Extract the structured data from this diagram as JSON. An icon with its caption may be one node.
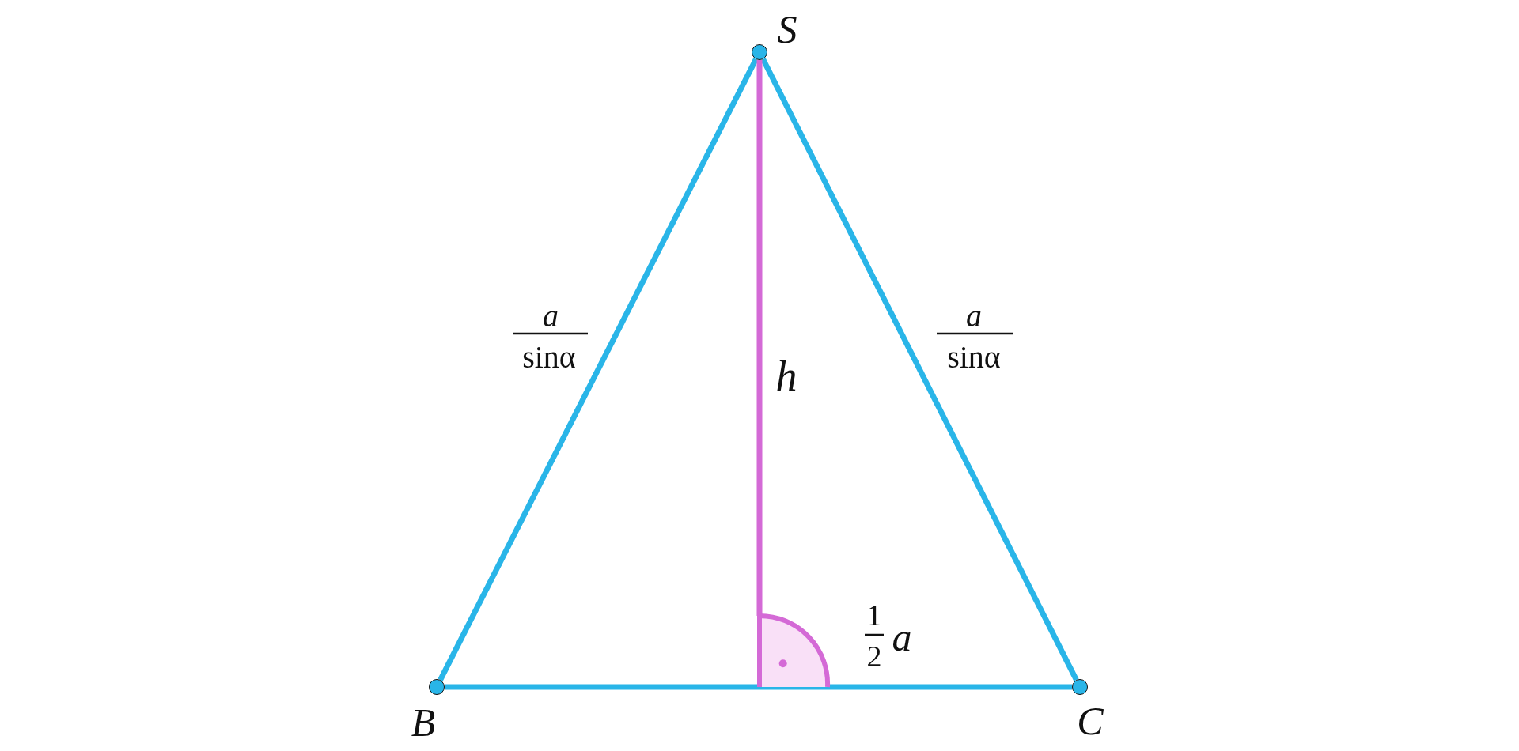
{
  "diagram": {
    "nodes": [
      {
        "text": [
          "S"
        ]
      },
      {
        "text": [
          "B"
        ]
      },
      {
        "text": [
          "C"
        ]
      },
      {
        "text": [],
        "shape": "sector"
      }
    ],
    "edges": [
      {
        "from": 0,
        "to": 1,
        "arrow": "none"
      },
      {
        "from": 0,
        "to": 2,
        "arrow": "none"
      },
      {
        "from": 1,
        "to": 2,
        "arrow": "none"
      },
      {
        "from": 0,
        "to": 3,
        "arrow": "none",
        "label": "h",
        "color": "#d46ad6"
      }
    ],
    "labels": [
      "a",
      "a",
      "sinα",
      "sinα",
      "1",
      "a",
      "2"
    ]
  }
}
